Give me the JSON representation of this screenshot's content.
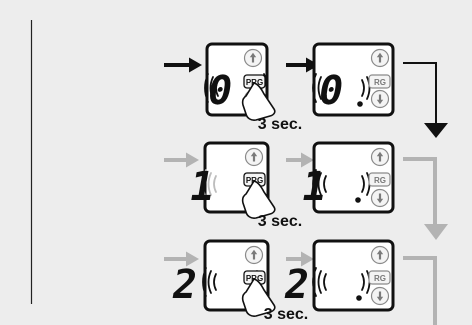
{
  "rows": [
    {
      "step_digit_before": "0",
      "step_digit_after": "0",
      "button_label": "PRG",
      "after_button_label": "RG",
      "hold_duration": "3 sec.",
      "colors": {
        "arrow": "#111111",
        "digit": "#111111",
        "ghost_digit": "#bdbdbd"
      }
    },
    {
      "step_digit_before": "1",
      "step_digit_after": "1",
      "button_label": "PRG",
      "after_button_label": "RG",
      "hold_duration": "3 sec.",
      "colors": {
        "arrow": "#b3b3b3",
        "digit": "#111111",
        "ghost_digit": "#d0d0d0"
      }
    },
    {
      "step_digit_before": "2",
      "step_digit_after": "2",
      "button_label": "PRG",
      "after_button_label": "RG",
      "hold_duration": "3 sec.",
      "colors": {
        "arrow": "#b3b3b3",
        "digit": "#111111",
        "ghost_digit": "#d0d0d0"
      }
    }
  ],
  "icons": {
    "up_button": "up-arrow-icon",
    "down_button": "down-arrow-icon",
    "signal": "signal-waves-icon",
    "hand": "pointing-hand-icon"
  },
  "colors": {
    "background": "#ededed",
    "panel": "#ffffff",
    "ink": "#111111",
    "flow_primary": "#111111",
    "flow_secondary": "#b3b3b3"
  }
}
